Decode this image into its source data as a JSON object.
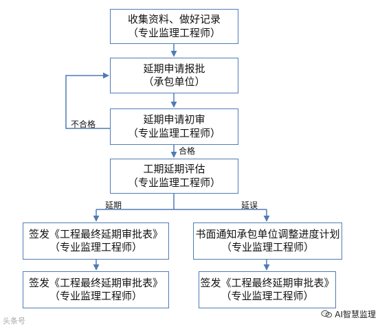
{
  "diagram": {
    "nodes": {
      "collect": {
        "line1": "收集资料、做好记录",
        "line2": "（专业监理工程师）"
      },
      "report": {
        "line1": "延期申请报批",
        "line2": "（承包单位）"
      },
      "initial_review": {
        "line1": "延期申请初审",
        "line2": "（专业监理工程师）"
      },
      "evaluate": {
        "line1": "工期延期评估",
        "line2": "（专业监理工程师）"
      },
      "sign_left_1": {
        "line1": "签发《工程最终延期审批表》",
        "line2": "（专业监理工程师）"
      },
      "sign_left_2": {
        "line1": "签发《工程最终延期审批表》",
        "line2": "（专业监理工程师）"
      },
      "notify": {
        "line1": "书面通知承包单位调整进度计划",
        "line2": "（专业监理工程师）"
      },
      "sign_right": {
        "line1": "签发《工程最终延期审批表》",
        "line2": "（专业监理工程师）"
      }
    },
    "edge_labels": {
      "unqualified": "不合格",
      "qualified": "合格",
      "extension": "延期",
      "delay": "延误"
    }
  },
  "watermarks": {
    "left": "头条号",
    "right": "AI智慧监理"
  }
}
